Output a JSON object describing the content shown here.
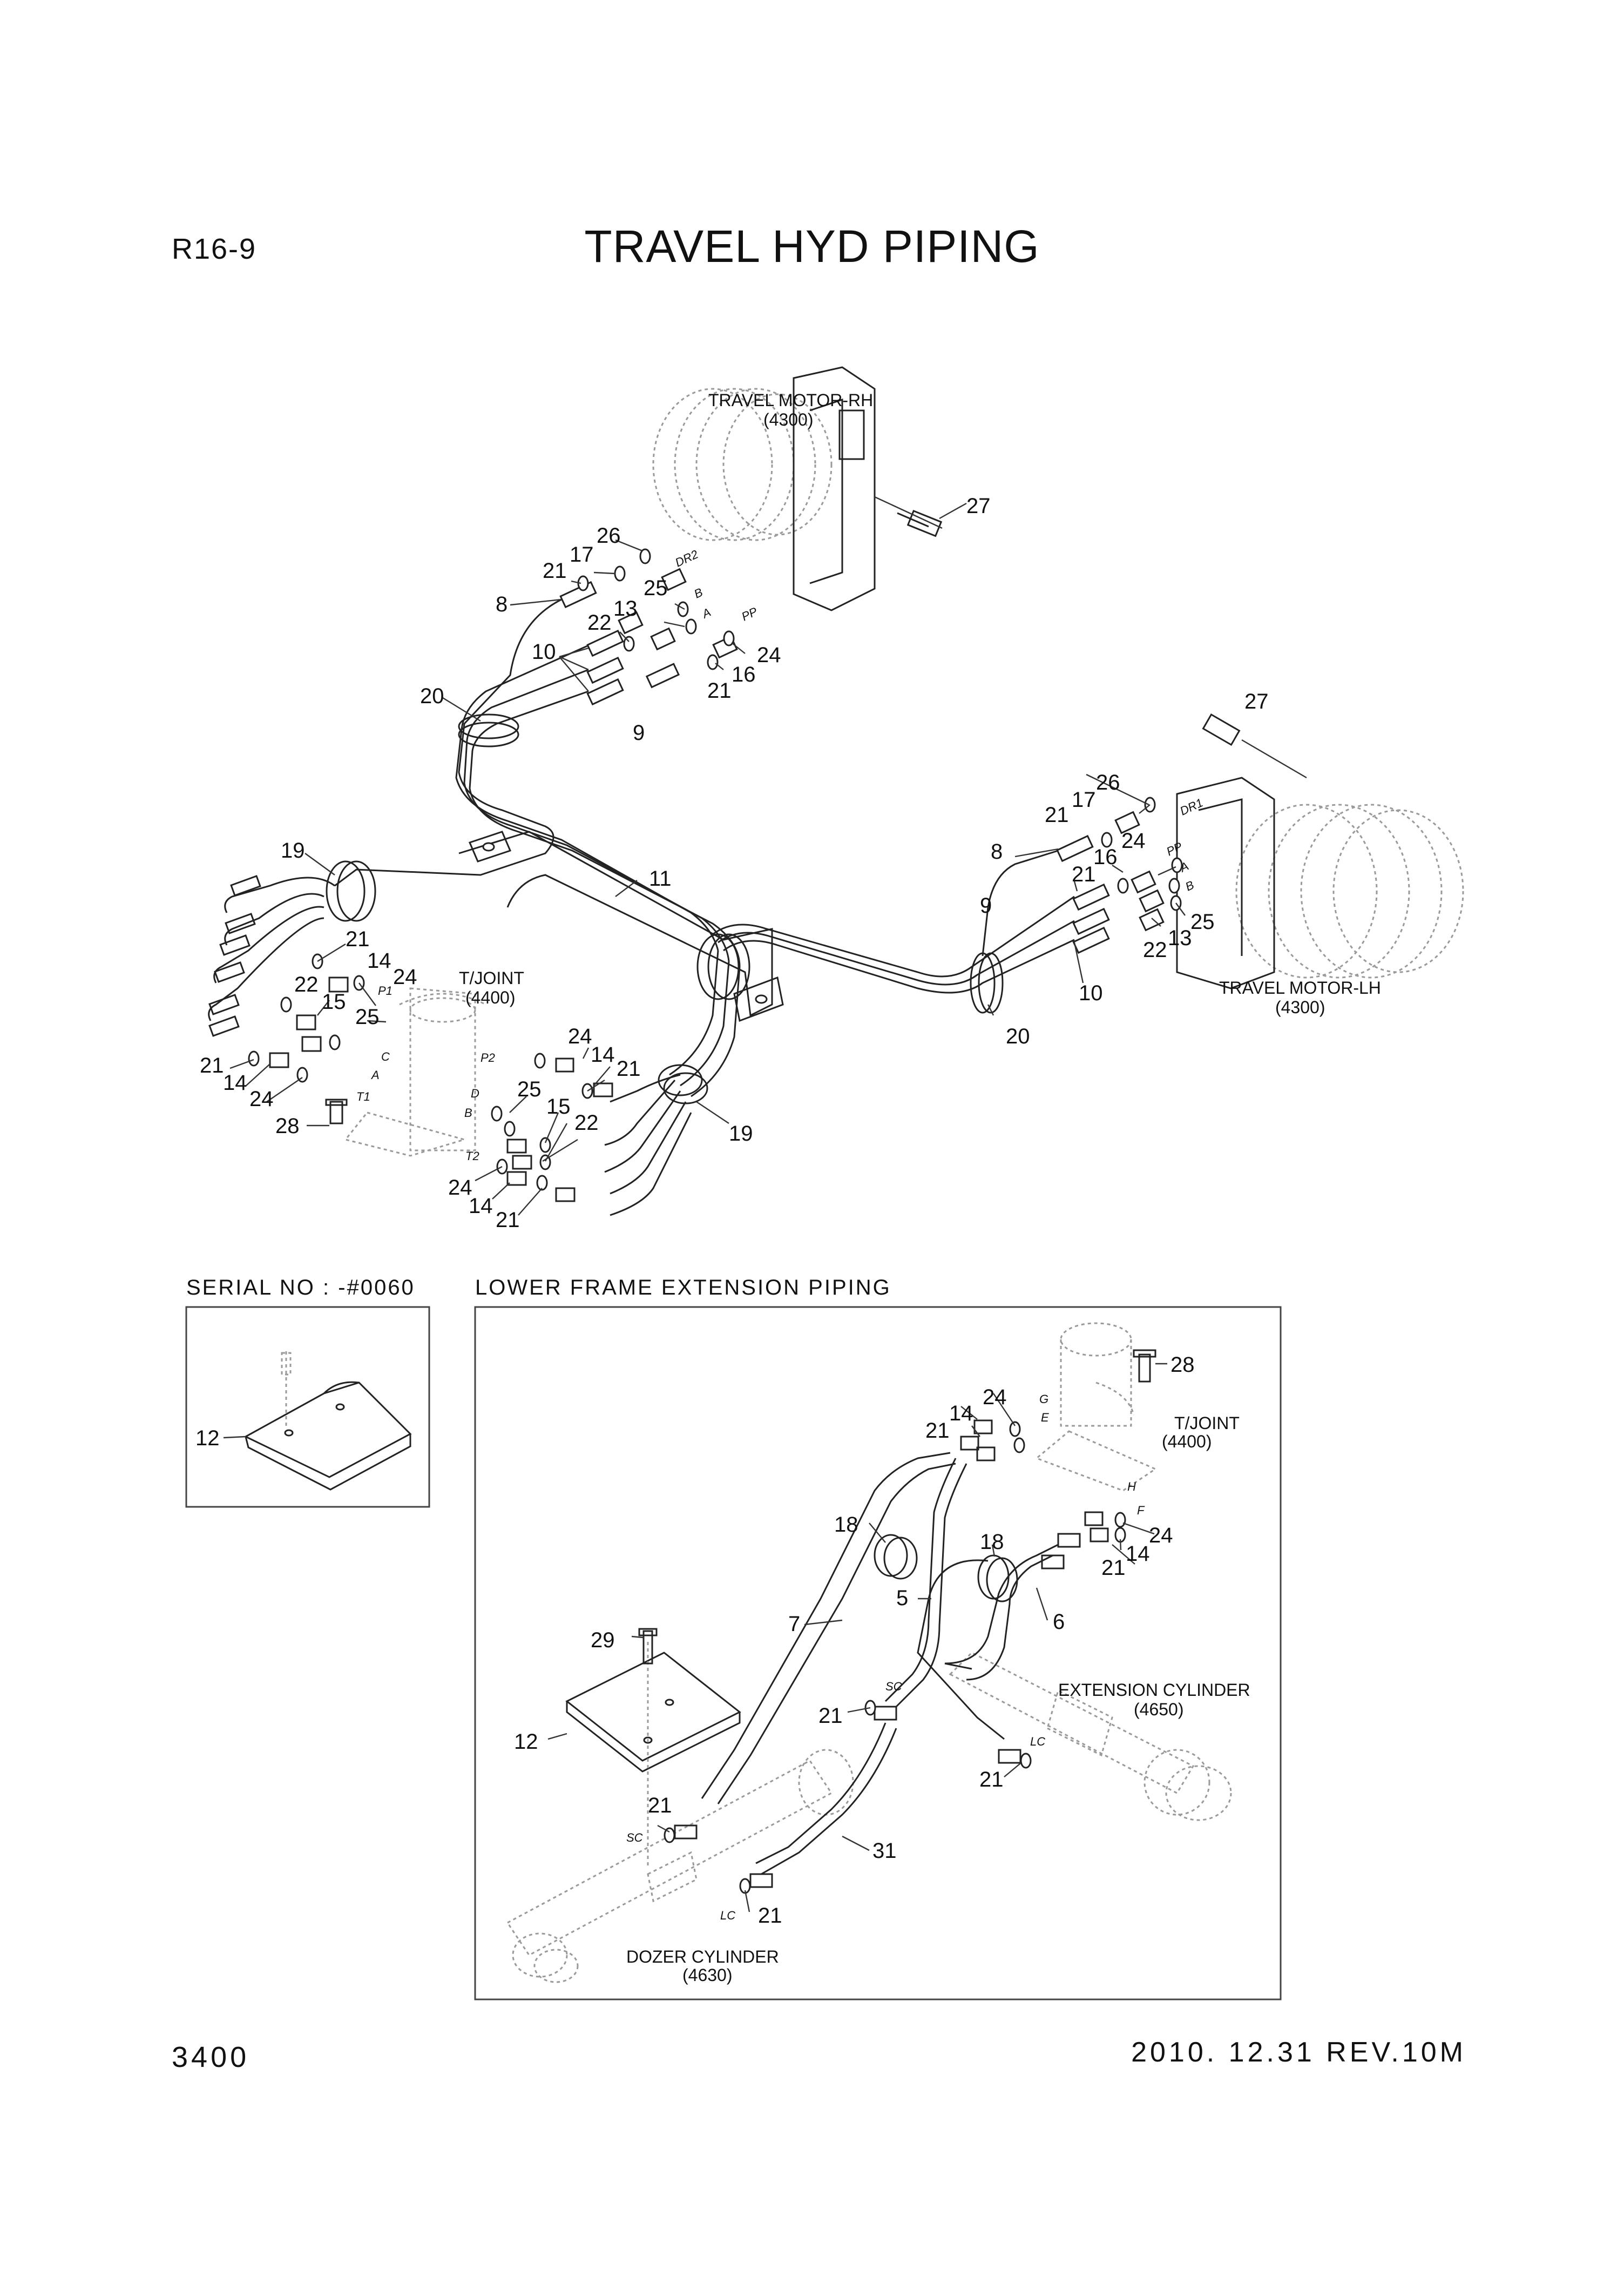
{
  "header": {
    "code": "R16-9",
    "title": "TRAVEL HYD PIPING"
  },
  "footer": {
    "page_number": "3400",
    "revision": "2010. 12.31  REV.10M"
  },
  "sections": {
    "serial_label": "SERIAL NO : -#0060",
    "extension_label": "LOWER FRAME EXTENSION PIPING"
  },
  "components": {
    "motor_rh_name": "TRAVEL MOTOR-RH",
    "motor_rh_code": "(4300)",
    "motor_lh_name": "TRAVEL MOTOR-LH",
    "motor_lh_code": "(4300)",
    "tjoint_name": "T/JOINT",
    "tjoint_code": "(4400)",
    "tjoint2_name": "T/JOINT",
    "tjoint2_code": "(4400)",
    "ext_cyl_name": "EXTENSION CYLINDER",
    "ext_cyl_code": "(4650)",
    "dozer_cyl_name": "DOZER CYLINDER",
    "dozer_cyl_code": "(4630)"
  },
  "callouts": {
    "top": [
      "27",
      "26",
      "17",
      "21",
      "8",
      "25",
      "13",
      "22",
      "10",
      "24",
      "16",
      "21",
      "20",
      "9",
      "27",
      "26",
      "17",
      "21",
      "8",
      "24",
      "16",
      "21",
      "9",
      "25",
      "13",
      "22",
      "10",
      "20",
      "11",
      "19",
      "21",
      "14",
      "24",
      "22",
      "15",
      "25",
      "21",
      "14",
      "24",
      "28",
      "24",
      "14",
      "21",
      "25",
      "15",
      "22",
      "19",
      "24",
      "14",
      "21"
    ],
    "serial": [
      "12"
    ],
    "extension": [
      "28",
      "24",
      "14",
      "21",
      "18",
      "18",
      "14",
      "21",
      "24",
      "5",
      "7",
      "6",
      "29",
      "21",
      "12",
      "21",
      "21",
      "31",
      "21"
    ]
  },
  "ports": {
    "rh": [
      "DR2",
      "B",
      "A",
      "PP"
    ],
    "lh": [
      "DR1",
      "PP",
      "A",
      "B"
    ],
    "tjoint": [
      "P1",
      "C",
      "A",
      "T1",
      "P2",
      "D",
      "B",
      "T2"
    ],
    "extension": [
      "G",
      "E",
      "H",
      "F",
      "SC",
      "LC",
      "SC",
      "LC"
    ]
  }
}
